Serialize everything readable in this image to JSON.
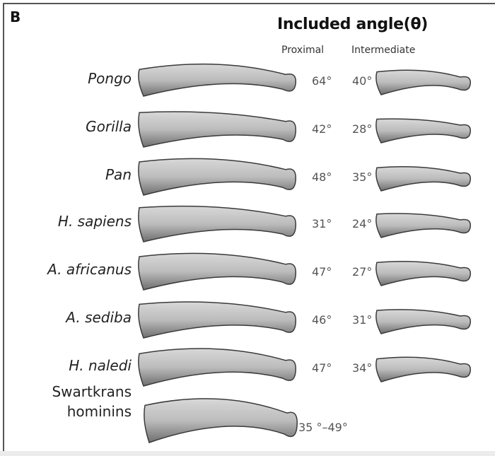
{
  "panel_label": "B",
  "title": "Included angle(θ)",
  "columns": {
    "proximal": "Proximal",
    "intermediate": "Intermediate"
  },
  "rows": [
    {
      "taxon": "Pongo",
      "italic": true,
      "proximal": "64°",
      "intermediate": "40°"
    },
    {
      "taxon": "Gorilla",
      "italic": true,
      "proximal": "42°",
      "intermediate": "28°"
    },
    {
      "taxon": "Pan",
      "italic": true,
      "proximal": "48°",
      "intermediate": "35°"
    },
    {
      "taxon": "H. sapiens",
      "italic": true,
      "proximal": "31°",
      "intermediate": "24°"
    },
    {
      "taxon": "A. africanus",
      "italic": true,
      "proximal": "47°",
      "intermediate": "27°"
    },
    {
      "taxon": "A. sediba",
      "italic": true,
      "proximal": "46°",
      "intermediate": "31°"
    },
    {
      "taxon": "H. naledi",
      "italic": true,
      "proximal": "47°",
      "intermediate": "34°"
    }
  ],
  "swartkrans": {
    "line1": "Swartkrans",
    "line2": "hominins",
    "proximal": "35 °–49°"
  },
  "colors": {
    "bone_light": "#c9c9c9",
    "bone_dark": "#6e6e6e",
    "bone_edge": "#3a3a3a"
  }
}
